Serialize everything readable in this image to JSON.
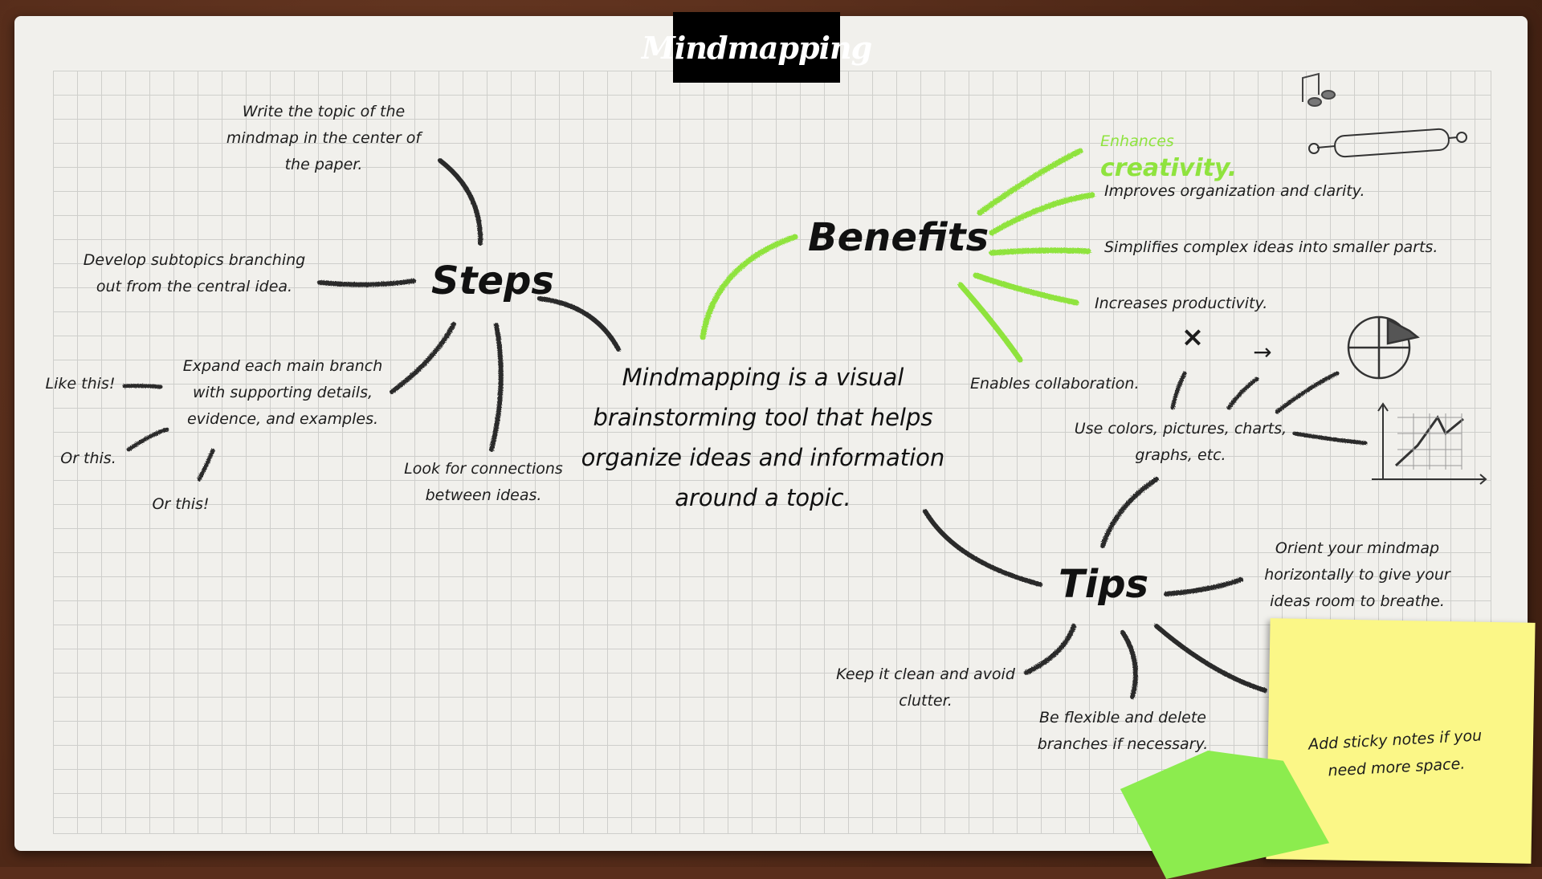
{
  "title": "Mindmapping",
  "center_text": "Mindmapping is a visual brainstorming tool that helps organize ideas and information around a topic.",
  "steps": {
    "heading": "Steps",
    "items": [
      "Write the topic of the mindmap in the center of the paper.",
      "Develop subtopics branching out from the central idea.",
      "Expand each main branch with supporting details, evidence, and examples.",
      "Look for connections between ideas."
    ],
    "examples": [
      "Like this!",
      "Or this.",
      "Or this!"
    ]
  },
  "benefits": {
    "heading": "Benefits",
    "enhances_prefix": "Enhances",
    "enhances_word": "creativity.",
    "items": [
      "Improves organization and clarity.",
      "Simplifies complex ideas into smaller parts.",
      "Increases productivity.",
      "Enables collaboration."
    ]
  },
  "tips": {
    "heading": "Tips",
    "items": [
      "Use colors, pictures, charts, graphs, etc.",
      "Orient your mindmap horizontally to give your ideas room to breathe.",
      "Keep it clean and avoid clutter.",
      "Be flexible and delete branches if necessary."
    ],
    "symbols": [
      "×",
      "→"
    ]
  },
  "sticky_note": "Add sticky notes if you need more space.",
  "colors": {
    "accent_green": "#8fe33e",
    "branch_dark": "#2b2b2b",
    "sticky_yellow": "#fbf787",
    "sticky_green": "#8cec4e",
    "title_bg": "#000000"
  },
  "icons": [
    "music-note-icon",
    "rolling-pin-icon",
    "pie-chart-icon",
    "line-graph-icon"
  ]
}
